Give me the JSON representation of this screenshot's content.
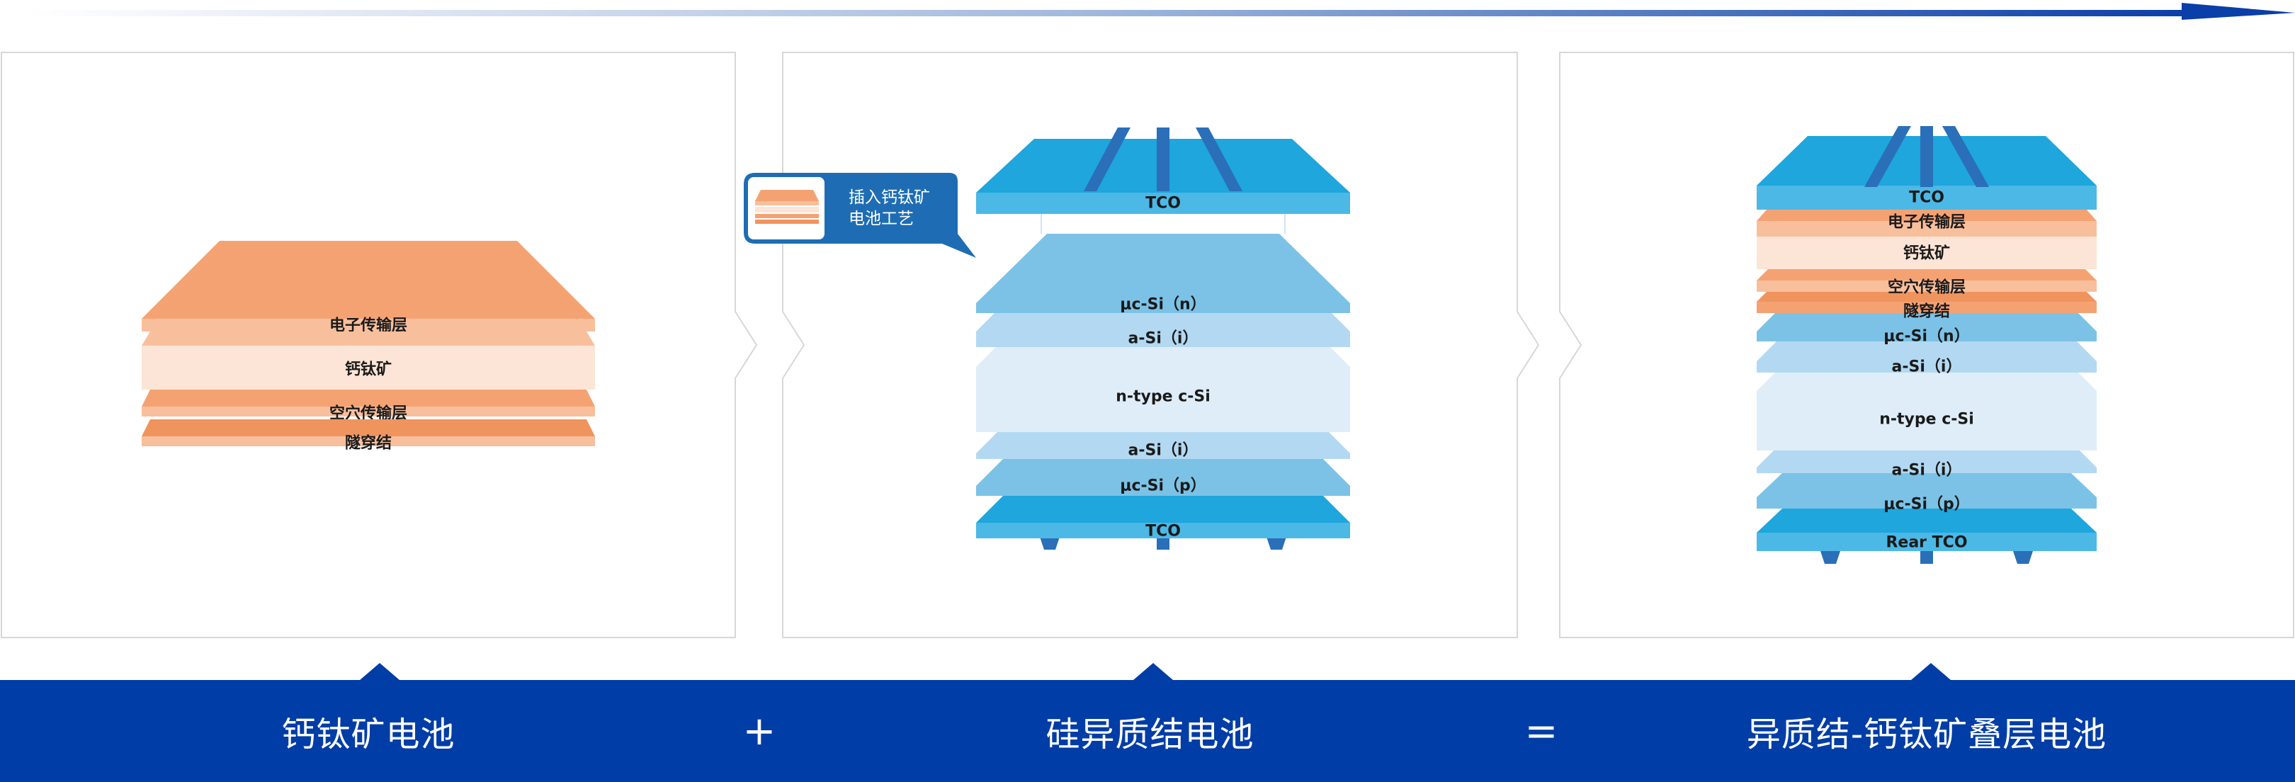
{
  "panels": [
    {
      "caption": "钙钛矿电池",
      "layers": [
        "电子传输层",
        "钙钛矿",
        "空穴传输层",
        "隧穿结"
      ]
    },
    {
      "caption": "硅异质结电池",
      "layers": [
        "TCO",
        "μc-Si（n）",
        "a-Si（i）",
        "n-type c-Si",
        "a-Si（i）",
        "μc-Si（p）",
        "TCO"
      ]
    },
    {
      "caption": "异质结-钙钛矿叠层电池",
      "layers": [
        "TCO",
        "电子传输层",
        "钙钛矿",
        "空穴传输层",
        "隧穿结",
        "μc-Si（n）",
        "a-Si（i）",
        "n-type c-Si",
        "a-Si（i）",
        "μc-Si（p）",
        "Rear TCO"
      ]
    }
  ],
  "operators": {
    "plus": "+",
    "equals": "="
  },
  "callout": {
    "line1": "插入钙钛矿",
    "line2": "电池工艺"
  },
  "colors": {
    "band": "#003da6",
    "tco": "#1ea6dd",
    "tco_edge": "#4cb8e6",
    "uc_si": "#7cc2e6",
    "a_si": "#b3d9f2",
    "c_si": "#deedf8",
    "orange_dark": "#f0945e",
    "orange": "#f5a273",
    "orange_light": "#f8bf9c",
    "perovskite": "#fce5d6",
    "callout": "#1e6db4",
    "electrode": "#2a6fb8"
  }
}
